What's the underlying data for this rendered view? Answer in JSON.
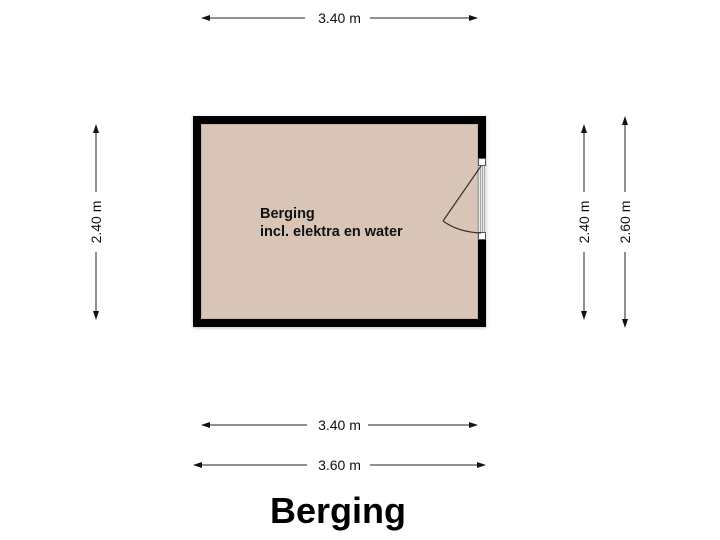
{
  "title": "Berging",
  "room": {
    "name": "Berging",
    "description": "incl. elektra en water",
    "floor_color": "#D9C5B8",
    "wall_color": "#000000"
  },
  "dimensions": {
    "top_width": "3.40 m",
    "bottom_inner_width": "3.40 m",
    "bottom_outer_width": "3.60 m",
    "left_height": "2.40 m",
    "right_inner_height": "2.40 m",
    "right_outer_height": "2.60 m"
  },
  "door": {
    "wall": "right",
    "frame_color": "#C8C8C8",
    "jamb_color": "#FFFFFF"
  }
}
